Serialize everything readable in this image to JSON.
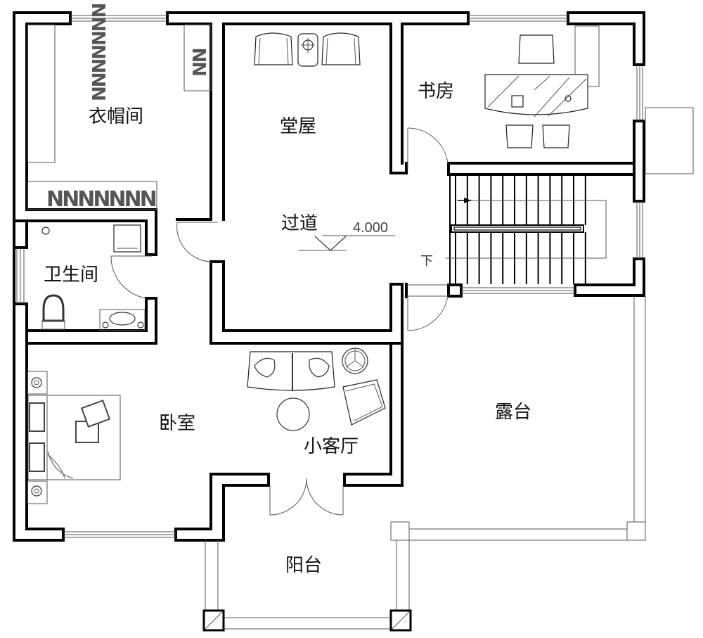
{
  "plan": {
    "type": "floor-plan",
    "rooms": {
      "wardrobe": {
        "label": "衣帽间"
      },
      "hall": {
        "label": "堂屋"
      },
      "study": {
        "label": "书房"
      },
      "corridor": {
        "label": "过道"
      },
      "bathroom": {
        "label": "卫生间"
      },
      "bedroom": {
        "label": "卧室"
      },
      "small_living": {
        "label": "小客厅"
      },
      "terrace": {
        "label": "露台"
      },
      "balcony": {
        "label": "阳台"
      }
    },
    "elevation": {
      "value": "4.000"
    },
    "stair": {
      "direction_label": "下"
    },
    "colors": {
      "wall": "#000000",
      "line": "#555555",
      "background": "#ffffff"
    }
  }
}
